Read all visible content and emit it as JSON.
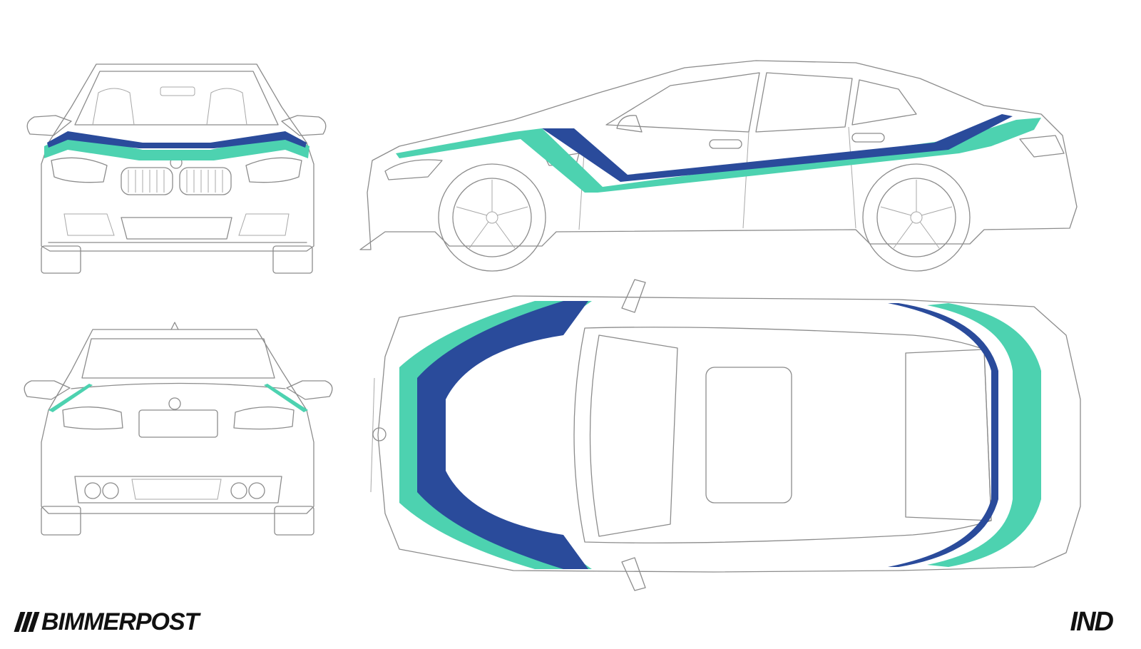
{
  "views": [
    {
      "id": "front",
      "name": "front-view"
    },
    {
      "id": "rear",
      "name": "rear-view"
    },
    {
      "id": "side",
      "name": "side-view"
    },
    {
      "id": "top",
      "name": "top-view"
    }
  ],
  "colors": {
    "stripe_primary": "#4dd2b0",
    "stripe_secondary": "#2a4b9b",
    "outline": "#8c8c8c",
    "background": "#ffffff"
  },
  "logos": {
    "left": "BIMMERPOST",
    "right": "IND"
  }
}
